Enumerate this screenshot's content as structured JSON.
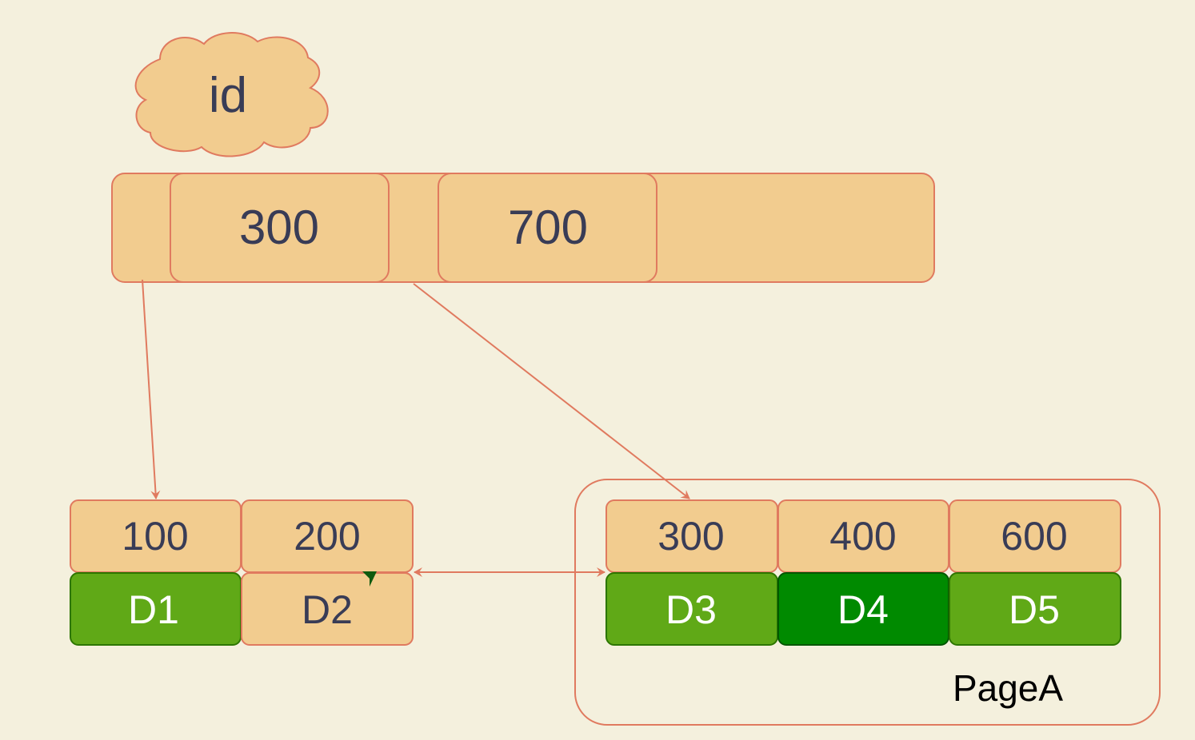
{
  "colors": {
    "background": "#f4f0dd",
    "key_fill": "#f2cc8f",
    "stroke": "#e07a5f",
    "text": "#393c56",
    "data_green": "#60a917",
    "data_green_dark": "#008a00",
    "data_stroke": "#2d7600",
    "white": "#ffffff"
  },
  "cloud": {
    "label": "id"
  },
  "root_node": {
    "keys": [
      "300",
      "700"
    ]
  },
  "left_leaf": {
    "keys": [
      "100",
      "200"
    ],
    "data": [
      "D1",
      "D2"
    ]
  },
  "right_leaf": {
    "keys": [
      "300",
      "400",
      "600"
    ],
    "data": [
      "D3",
      "D4",
      "D5"
    ],
    "page_label": "PageA"
  }
}
